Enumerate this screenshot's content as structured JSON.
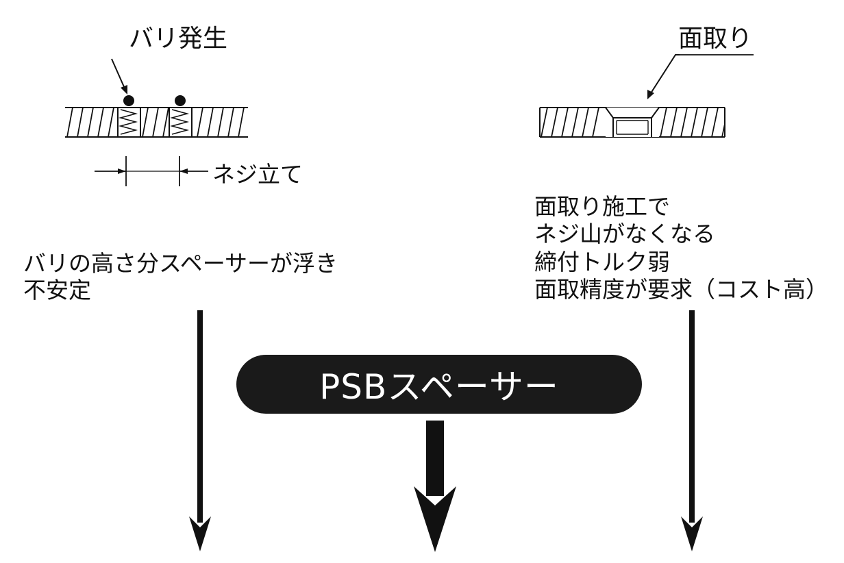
{
  "left": {
    "burr_label": "バリ発生",
    "tap_label": "ネジ立て",
    "notes": [
      "バリの高さ分スペーサーが浮き",
      "不安定"
    ]
  },
  "right": {
    "chamfer_label": "面取り",
    "notes": [
      "面取り施工で",
      "ネジ山がなくなる",
      "締付トルク弱",
      "面取精度が要求（コスト高）"
    ]
  },
  "center": {
    "product_label": "PSBスペーサー"
  },
  "colors": {
    "ink": "#111111",
    "pill_bg": "#1a1a1a",
    "pill_text": "#ffffff"
  }
}
